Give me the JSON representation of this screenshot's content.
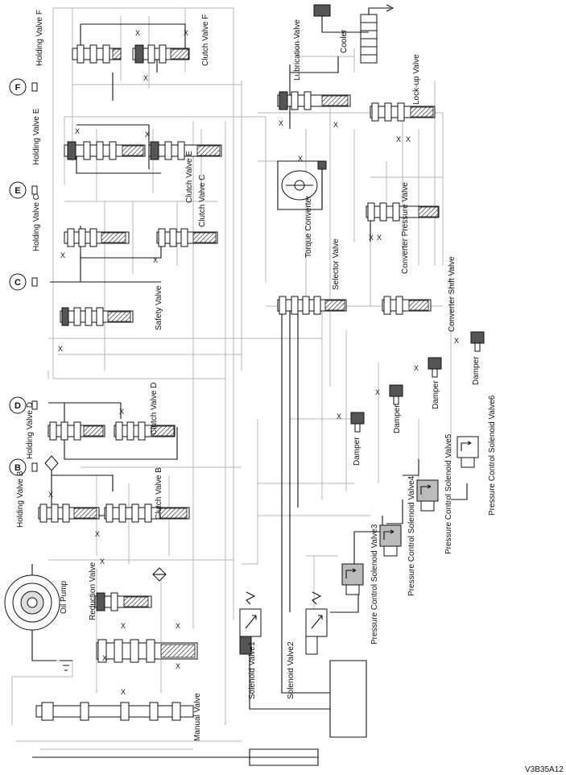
{
  "figure_code": "V3B35A12",
  "circuit_markers": [
    "F",
    "E",
    "C",
    "D",
    "B"
  ],
  "valves": {
    "holding_f": "Holding Valve F",
    "clutch_f": "Clutch Valve F",
    "holding_e": "Holding Valve E",
    "clutch_e": "Clutch Valve E",
    "holding_c": "Holding Valve C",
    "clutch_c": "Clutch Valve C",
    "safety": "Safety Valve",
    "holding_d": "Holding Valve D",
    "clutch_d": "Clutch Valve D",
    "holding_b": "Holding Valve B",
    "clutch_b": "Clutch Valve B",
    "oil_pump": "Oil Pump",
    "reduction": "Reduction Valve",
    "manual": "Manual Valve",
    "lubrication": "Lubrication Valve",
    "lockup": "Lock-up Valve",
    "cooler": "Cooler",
    "torque_converter": "Torque Converter",
    "converter_pressure": "Converter Pressure Valve",
    "selector": "Selector Valve",
    "converter_shift": "Converter Shift Valve",
    "solenoid1": "Solenoid Valve1",
    "solenoid2": "Solenoid Valve2",
    "pcsv3": "Pressure Control Solenoid Valve3",
    "pcsv4": "Pressure Control Solenoid Valve4",
    "pcsv5": "Pressure Control Solenoid Valve5",
    "pcsv6": "Pressure Control Solenoid Valve6"
  },
  "dampers": [
    "Damper",
    "Damper",
    "Damper",
    "Damper"
  ]
}
